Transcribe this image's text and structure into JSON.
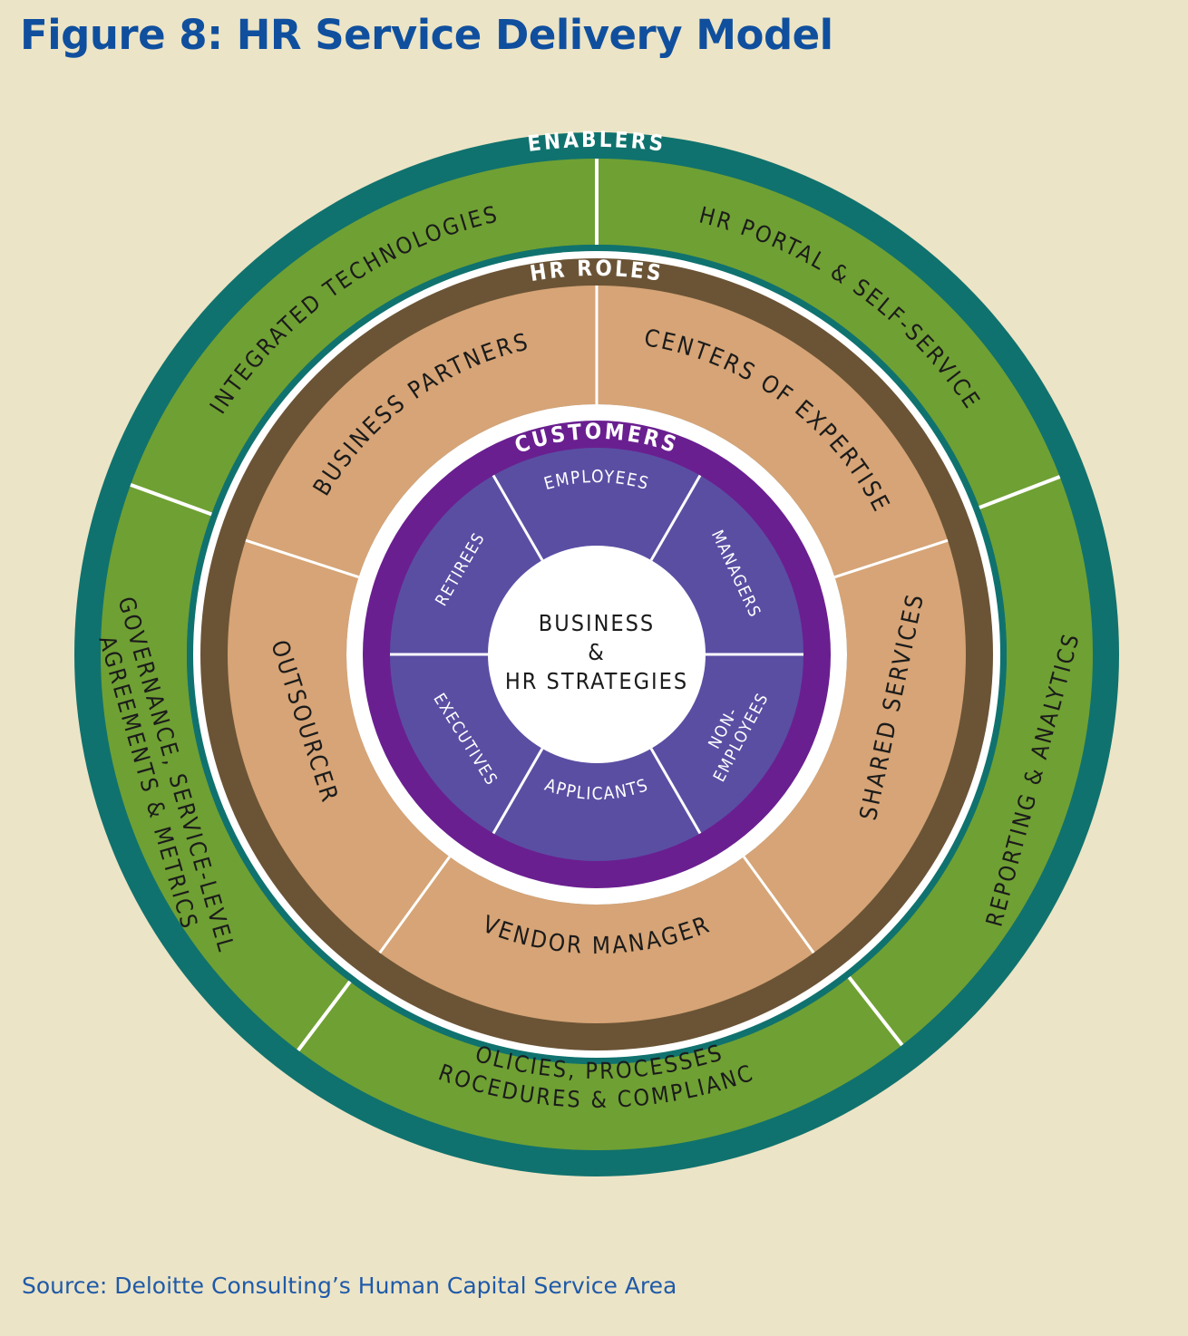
{
  "title": "Figure 8: HR Service Delivery Model",
  "source": "Source: Deloitte Consulting’s Human Capital Service Area",
  "colors": {
    "background": "#ece4c6",
    "title": "#0f4f9e",
    "enablers_ring": "#10726e",
    "enablers_segments": "#6fa033",
    "hr_roles_ring": "#6b5436",
    "hr_roles_segments": "#d6a476",
    "customers_ring": "#6a1f90",
    "customers_segments": "#5a4ea3",
    "center": "#ffffff"
  },
  "enablers": {
    "ring_label": "ENABLERS",
    "segments": [
      {
        "lines": [
          "INTEGRATED TECHNOLOGIES"
        ]
      },
      {
        "lines": [
          "HR PORTAL & SELF-SERVICE"
        ]
      },
      {
        "lines": [
          "REPORTING & ANALYTICS"
        ]
      },
      {
        "lines": [
          "POLICIES, PROCESSES,",
          "PROCEDURES & COMPLIANCE"
        ]
      },
      {
        "lines": [
          "GOVERNANCE, SERVICE-LEVEL",
          "AGREEMENTS & METRICS"
        ]
      }
    ]
  },
  "hr_roles": {
    "ring_label": "HR ROLES",
    "segments": [
      {
        "lines": [
          "BUSINESS PARTNERS"
        ]
      },
      {
        "lines": [
          "CENTERS OF EXPERTISE"
        ]
      },
      {
        "lines": [
          "SHARED SERVICES"
        ]
      },
      {
        "lines": [
          "VENDOR MANAGER"
        ]
      },
      {
        "lines": [
          "OUTSOURCER"
        ]
      }
    ]
  },
  "customers": {
    "ring_label": "CUSTOMERS",
    "segments": [
      {
        "lines": [
          "EMPLOYEES"
        ]
      },
      {
        "lines": [
          "MANAGERS"
        ]
      },
      {
        "lines": [
          "NON-",
          "EMPLOYEES"
        ]
      },
      {
        "lines": [
          "APPLICANTS"
        ]
      },
      {
        "lines": [
          "EXECUTIVES"
        ]
      },
      {
        "lines": [
          "RETIREES"
        ]
      }
    ]
  },
  "center": {
    "lines": [
      "BUSINESS",
      "&",
      "HR STRATEGIES"
    ]
  }
}
